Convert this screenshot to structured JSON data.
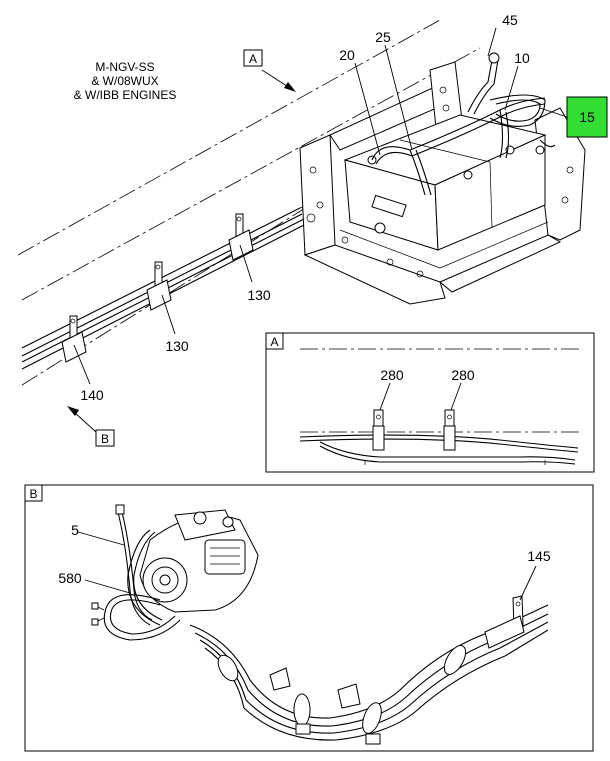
{
  "note": {
    "line1": "M-NGV-SS",
    "line2": "& W/08WUX",
    "line3": "& W/IBB ENGINES"
  },
  "view_refs": {
    "a": "A",
    "b": "B"
  },
  "callouts": {
    "c45": "45",
    "c25": "25",
    "c20": "20",
    "c10": "10",
    "c15": "15",
    "c130a": "130",
    "c130b": "130",
    "c140": "140",
    "c280a": "280",
    "c280b": "280",
    "c5": "5",
    "c580": "580",
    "c145": "145"
  },
  "detail_a": {
    "label": "A"
  },
  "detail_b": {
    "label": "B"
  },
  "colors": {
    "highlight": "#33dd33",
    "ink": "#000000",
    "paper": "#ffffff"
  }
}
